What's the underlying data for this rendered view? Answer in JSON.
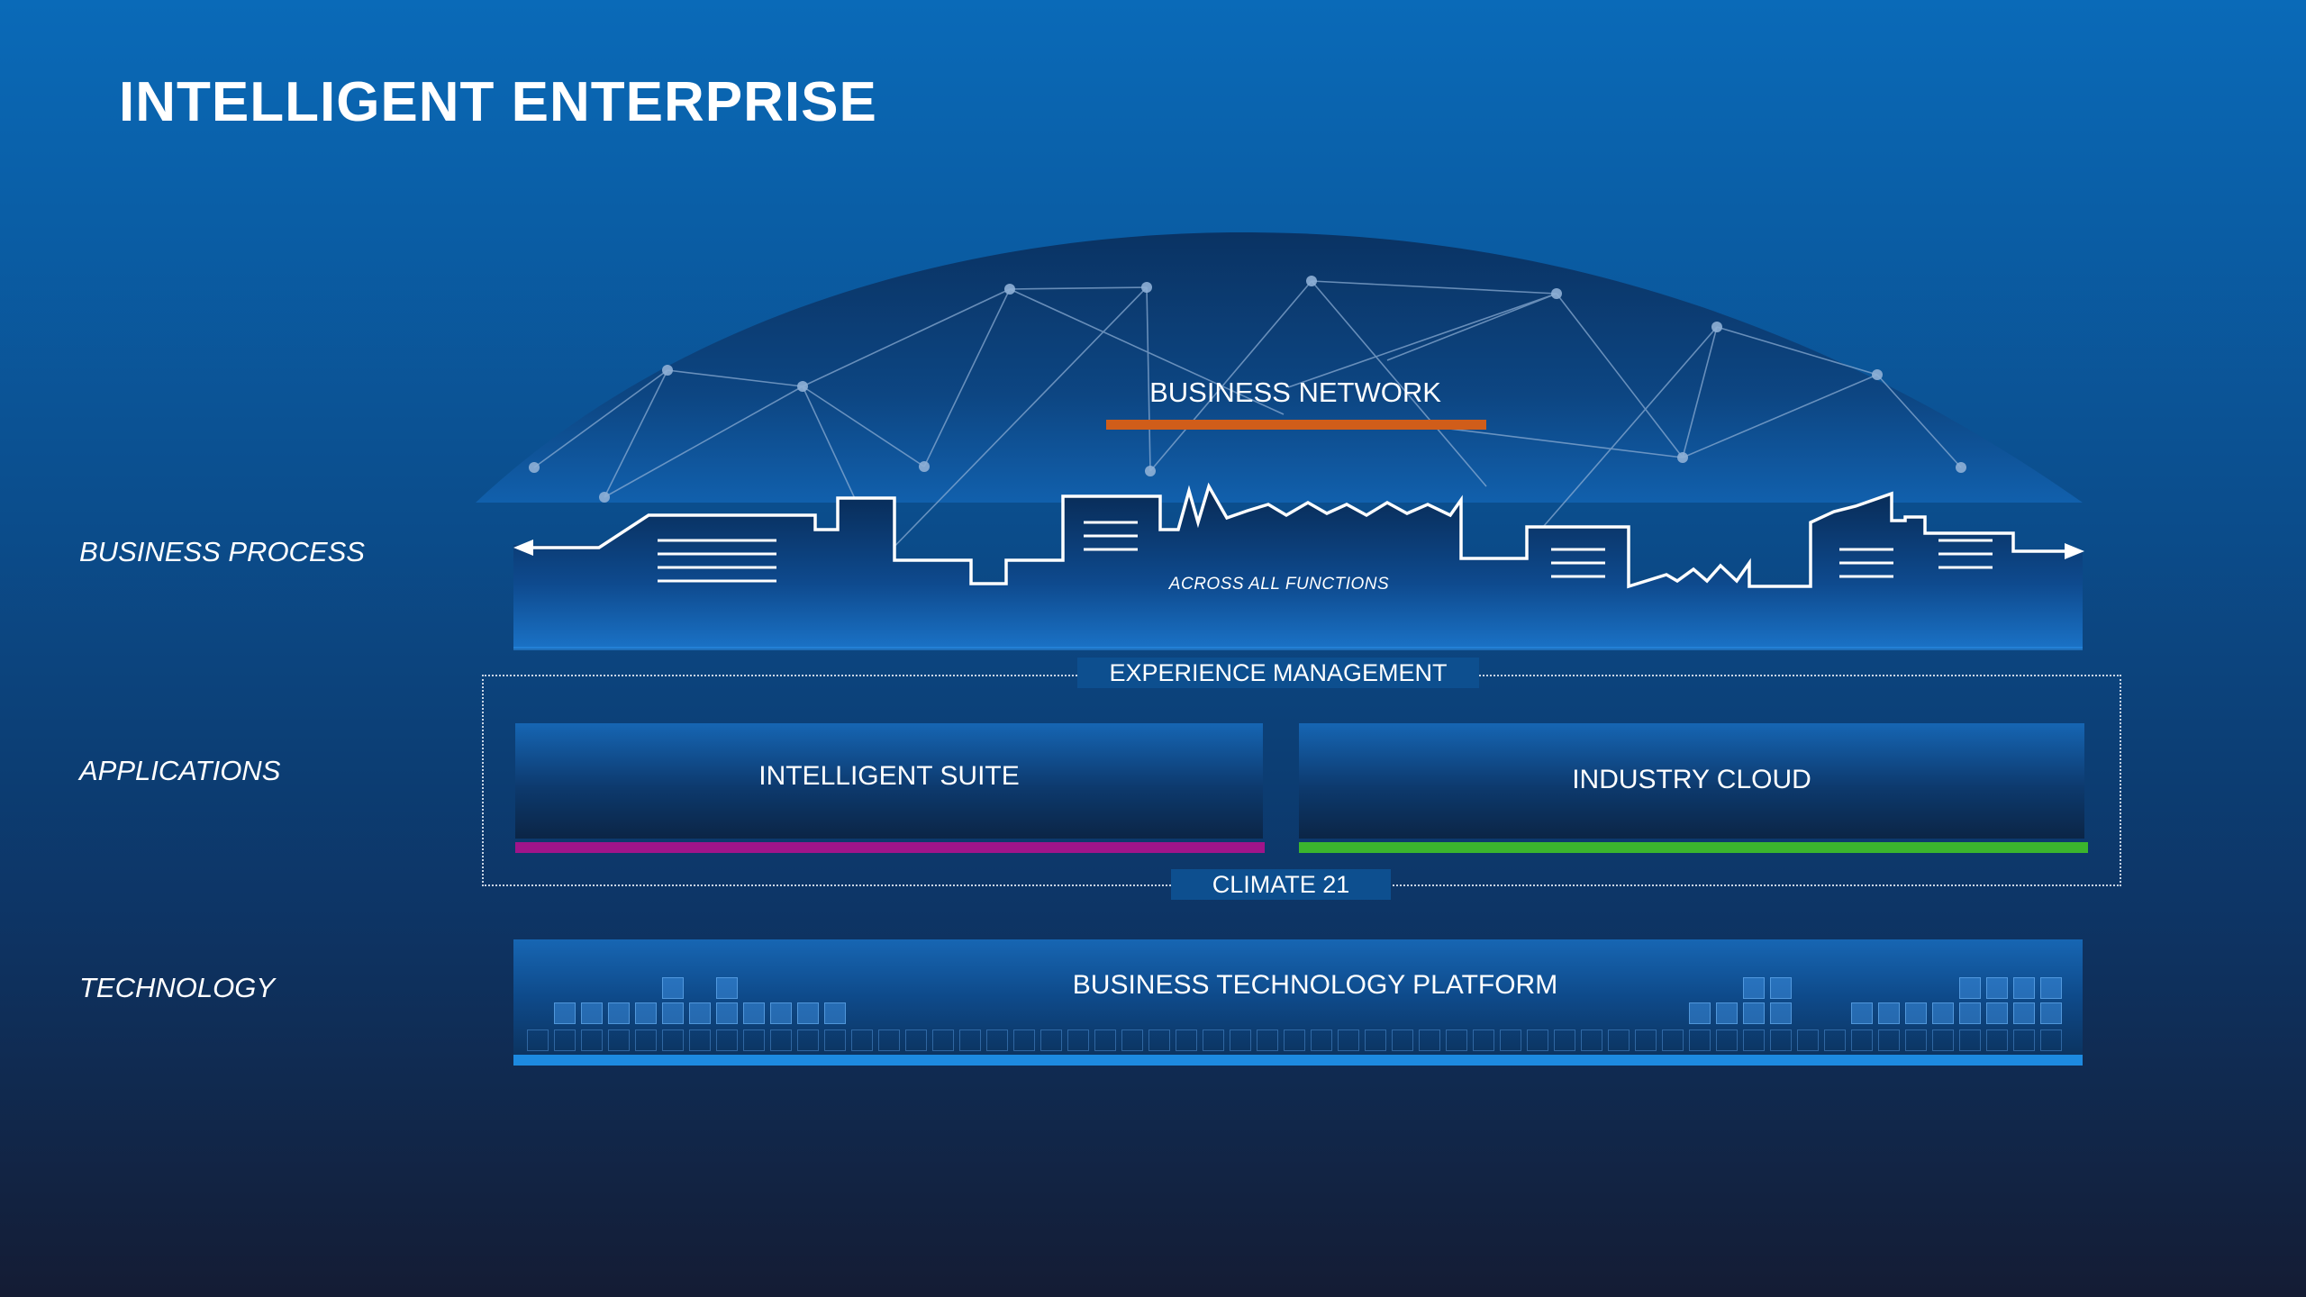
{
  "title": "INTELLIGENT ENTERPRISE",
  "row_labels": {
    "business_process": "BUSINESS PROCESS",
    "applications": "APPLICATIONS",
    "technology": "TECHNOLOGY"
  },
  "business_network": {
    "label": "BUSINESS NETWORK",
    "accent": "#d05d1a"
  },
  "business_process": {
    "functions_label": "ACROSS  ALL  FUNCTIONS"
  },
  "experience_management": {
    "label": "EXPERIENCE  MANAGEMENT"
  },
  "applications": {
    "intelligent_suite": {
      "label": "INTELLIGENT  SUITE",
      "accent": "#a0148a"
    },
    "industry_cloud": {
      "label": "INDUSTRY CLOUD",
      "accent": "#3bb52d"
    }
  },
  "climate": {
    "label": "CLIMATE  21"
  },
  "technology": {
    "label": "BUSINESS TECHNOLOGY PLATFORM",
    "accent": "#1d8ae0"
  },
  "colors": {
    "background_top": "#0a6ab8",
    "background_bottom": "#141c34",
    "text": "#ffffff"
  }
}
